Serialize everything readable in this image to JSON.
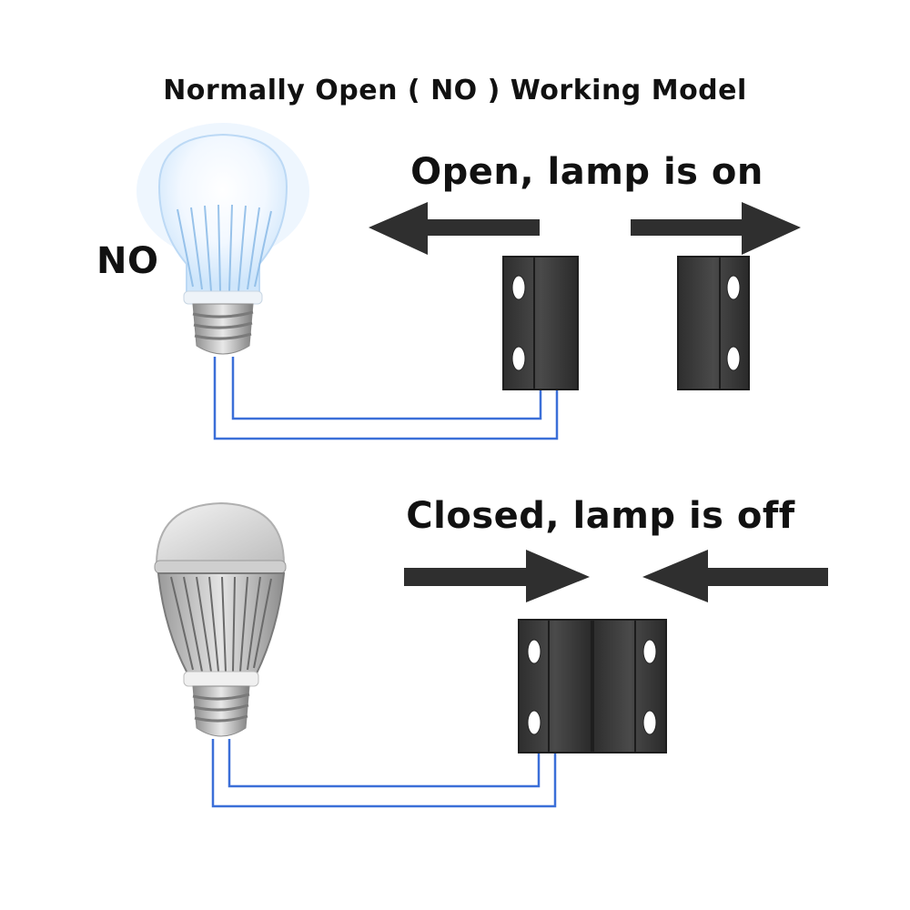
{
  "title": "Normally Open ( NO ) Working Model",
  "side_label": "NO",
  "open_state": {
    "caption": "Open, lamp is on",
    "lamp": "lit",
    "sensor": "separated"
  },
  "closed_state": {
    "caption": "Closed, lamp is off",
    "lamp": "unlit",
    "sensor": "joined"
  },
  "colors": {
    "wire": "#3b6fd8",
    "arrow": "#2f2f2f",
    "sensor_body": "#3b3b3b",
    "lamp_glow": "#cfe6fb",
    "lamp_off": "#dcdcdc",
    "text": "#111111"
  },
  "icons": [
    "light-bulb-icon",
    "magnetic-reed-switch-icon",
    "arrow-left-icon",
    "arrow-right-icon"
  ]
}
